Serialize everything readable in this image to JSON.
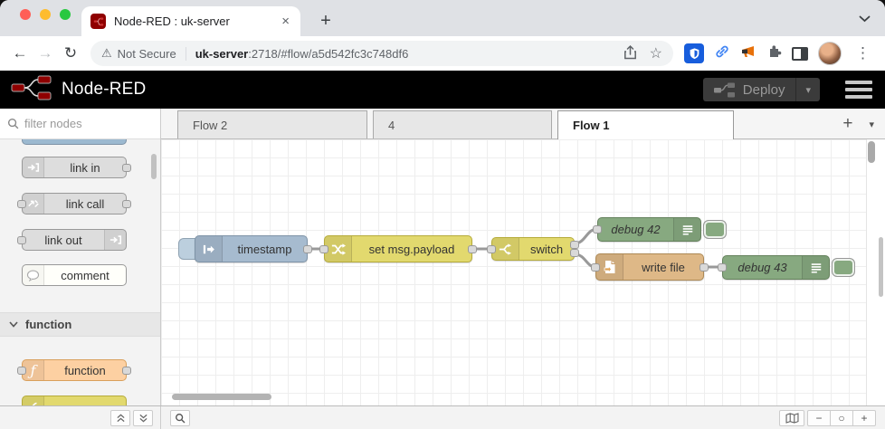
{
  "browser": {
    "tab_title": "Node-RED : uk-server",
    "close_glyph": "×",
    "new_tab_glyph": "+",
    "nav": {
      "back": "←",
      "forward": "→",
      "reload": "↻"
    },
    "omnibox": {
      "warning_icon": "⚠",
      "warning_text": "Not Secure",
      "host": "uk-server",
      "path": ":2718/#flow/a5d542fc3c748df6"
    },
    "star_glyph": "☆",
    "kebab_glyph": "⋮"
  },
  "header": {
    "title": "Node-RED",
    "deploy_label": "Deploy",
    "caret_glyph": "▾"
  },
  "palette": {
    "filter_placeholder": "filter nodes",
    "items": [
      {
        "label": "link in"
      },
      {
        "label": "link call"
      },
      {
        "label": "link out"
      },
      {
        "label": "comment"
      }
    ],
    "category_label": "function",
    "function_label": "function",
    "function_icon_glyph": "ƒ"
  },
  "workspace": {
    "tabs": [
      {
        "label": "Flow 2"
      },
      {
        "label": "4"
      },
      {
        "label": "Flow 1"
      }
    ],
    "add_glyph": "+",
    "caret_glyph": "▾"
  },
  "flow": {
    "nodes": [
      {
        "type": "inject",
        "label": "timestamp"
      },
      {
        "type": "change",
        "label": "set msg.payload"
      },
      {
        "type": "switch",
        "label": "switch"
      },
      {
        "type": "debug",
        "label": "debug 42"
      },
      {
        "type": "file",
        "label": "write file"
      },
      {
        "type": "debug",
        "label": "debug 43"
      }
    ]
  },
  "footer": {
    "zoom_out_glyph": "−",
    "zoom_reset_glyph": "○",
    "zoom_in_glyph": "+"
  },
  "colors": {
    "nodered_red": "#8f0000",
    "inject_node": "#a6bbcf",
    "function_yellow": "#e2d96e",
    "debug_green": "#87a980",
    "file_tan": "#deb887",
    "function_peach": "#fdd0a2",
    "bitwarden_blue": "#175ddc",
    "header_black": "#000000"
  }
}
